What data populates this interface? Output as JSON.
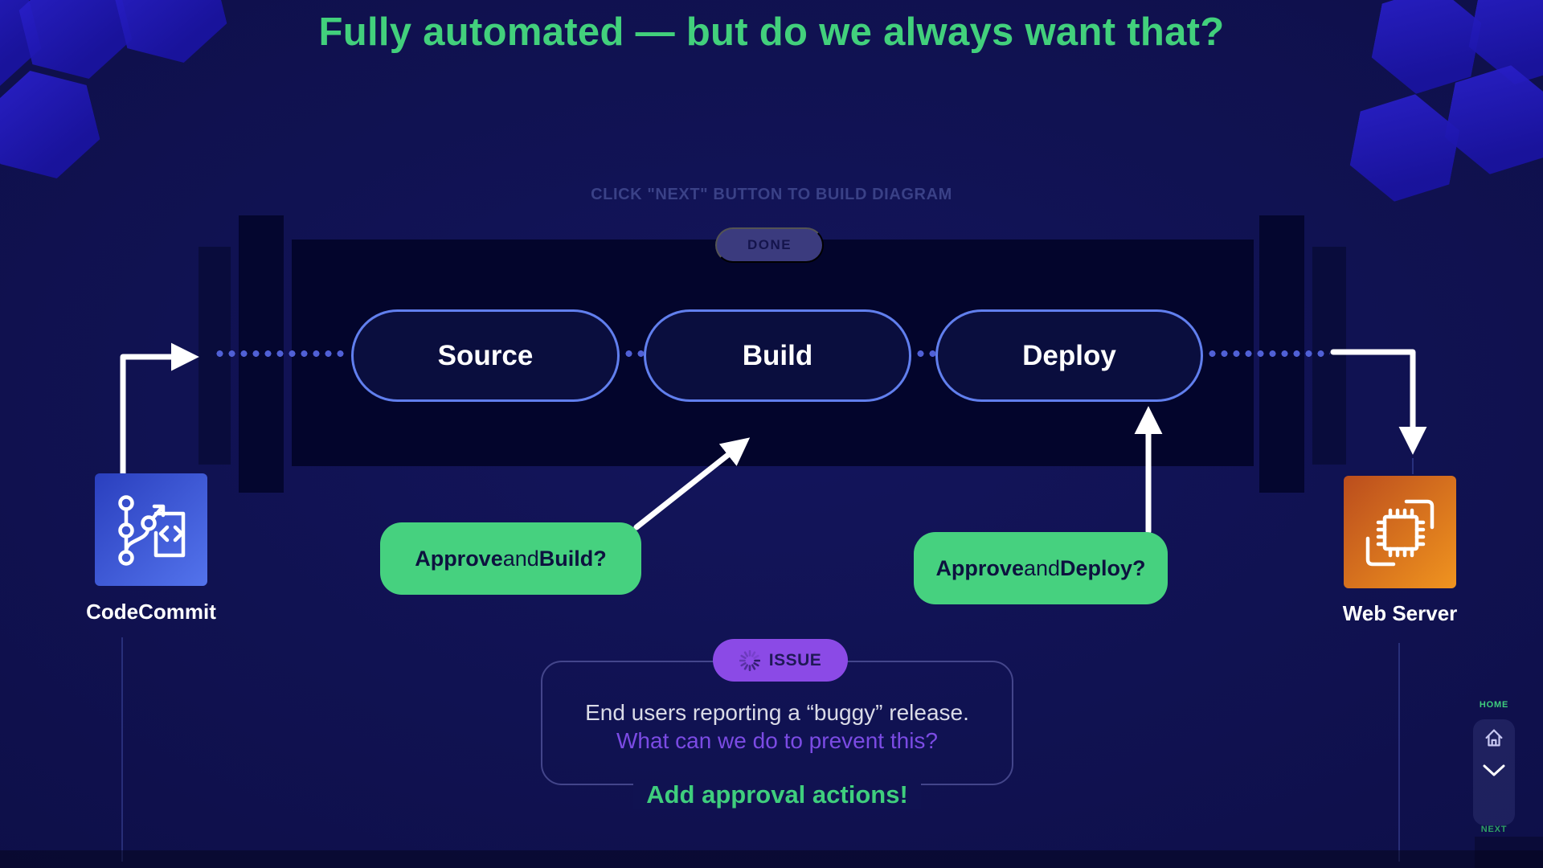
{
  "slide": {
    "title": "Fully automated — but do we always want that?",
    "hint": "CLICK \"NEXT\" BUTTON TO BUILD DIAGRAM",
    "done_label": "DONE"
  },
  "pipeline": {
    "stages": [
      {
        "label": "Source"
      },
      {
        "label": "Build"
      },
      {
        "label": "Deploy"
      }
    ]
  },
  "services": {
    "source": {
      "label": "CodeCommit",
      "icon": "git-commit-code-icon"
    },
    "target": {
      "label": "Web Server",
      "icon": "server-chip-icon"
    }
  },
  "approvals": [
    {
      "bold_start": "Approve",
      "middle": " and ",
      "bold_end": "Build?"
    },
    {
      "bold_start": "Approve",
      "middle": " and ",
      "bold_end": "Deploy?"
    }
  ],
  "issue": {
    "badge_label": "ISSUE",
    "badge_icon": "spinner-icon",
    "line1": "End users reporting a “buggy” release.",
    "line2": "What can we do to prevent this?",
    "answer": "Add approval actions!"
  },
  "nav": {
    "home_label": "HOME",
    "next_label": "NEXT"
  },
  "colors": {
    "background": "#0f114e",
    "accent_green": "#3fce7d",
    "accent_purple": "#8b4ae6",
    "stage_border_blue": "#617fee",
    "codecommit_blue": "#3b55d9",
    "webserver_orange": "#e07b22",
    "arrow_white": "#ffffff"
  }
}
